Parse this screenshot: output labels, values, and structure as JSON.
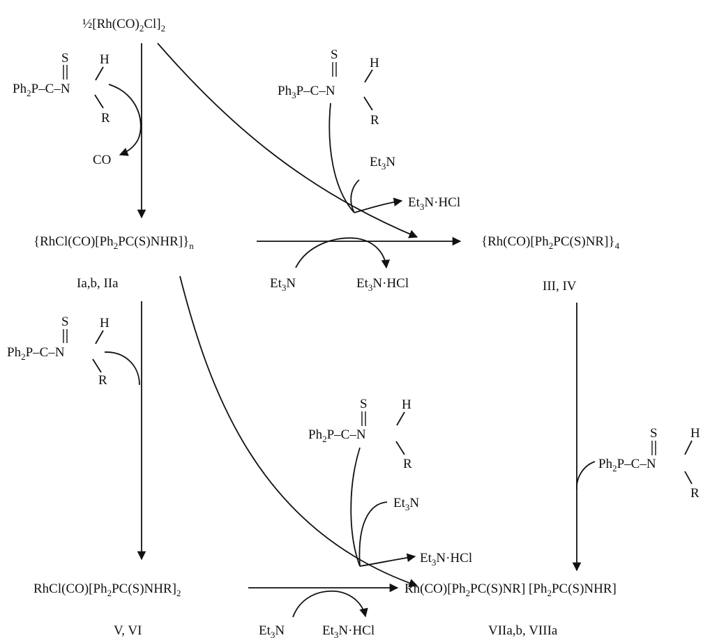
{
  "start": {
    "half": "½",
    "b1": "[Rh(CO)",
    "s1": "2",
    "b2": "Cl]",
    "s2": "2"
  },
  "ligand": {
    "S": "S",
    "H": "H",
    "R": "R",
    "N": "N",
    "C": "C",
    "P": "P",
    "bond": "–",
    "ph2": "Ph",
    "ph2_sub": "2",
    "ph3": "Ph",
    "ph3_sub": "3"
  },
  "reagents": {
    "co": "CO",
    "et": "Et",
    "et_sub": "3",
    "n": "N",
    "hcl_suffix": "N·HCl"
  },
  "compounds": {
    "c1": "{RhCl(CO)[Ph",
    "c1_sub": "2",
    "c1_tail": "PC(S)NHR]}",
    "c1_n": "n",
    "c1_label": "Ia,b,   IIa",
    "c2": "{Rh(CO)[Ph",
    "c2_sub": "2",
    "c2_tail": "PC(S)NR]}",
    "c2_n": "4",
    "c2_label": "III,  IV",
    "c3": "RhCl(CO)[Ph",
    "c3_sub": "2",
    "c3_tail": "PC(S)NHR]",
    "c3_n": "2",
    "c3_label": "V, VI",
    "c4": "Rh(CO)[Ph",
    "c4_sub": "2",
    "c4_tail": "PC(S)NR] [Ph",
    "c4_sub2": "2",
    "c4_tail2": "PC(S)NHR]",
    "c4_label": "VIIa,b, VIIIa"
  }
}
